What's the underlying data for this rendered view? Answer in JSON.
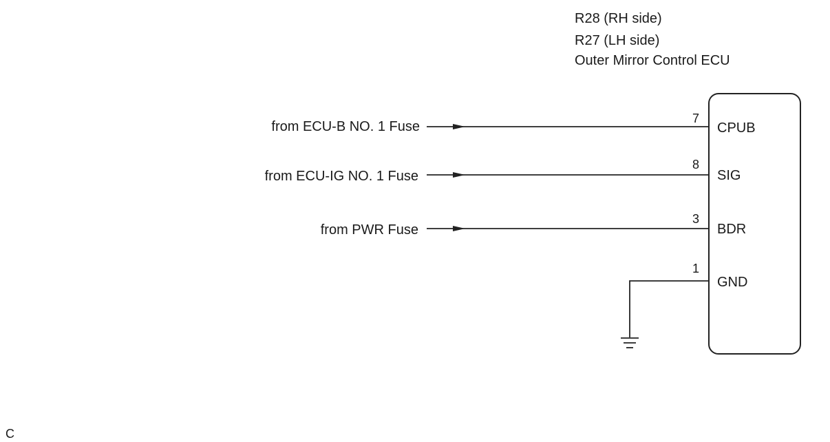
{
  "component": {
    "connector_lines": [
      "R28 (RH side)",
      "R27 (LH side)"
    ],
    "name": "Outer Mirror Control ECU"
  },
  "pins": [
    {
      "number": "7",
      "name": "CPUB",
      "source": "from ECU-B NO. 1 Fuse"
    },
    {
      "number": "8",
      "name": "SIG",
      "source": "from ECU-IG NO. 1 Fuse"
    },
    {
      "number": "3",
      "name": "BDR",
      "source": "from PWR Fuse"
    },
    {
      "number": "1",
      "name": "GND",
      "source": ""
    }
  ],
  "corner_mark": "C",
  "colors": {
    "line": "#222222",
    "text": "#1a1a1a",
    "background": "#ffffff"
  }
}
